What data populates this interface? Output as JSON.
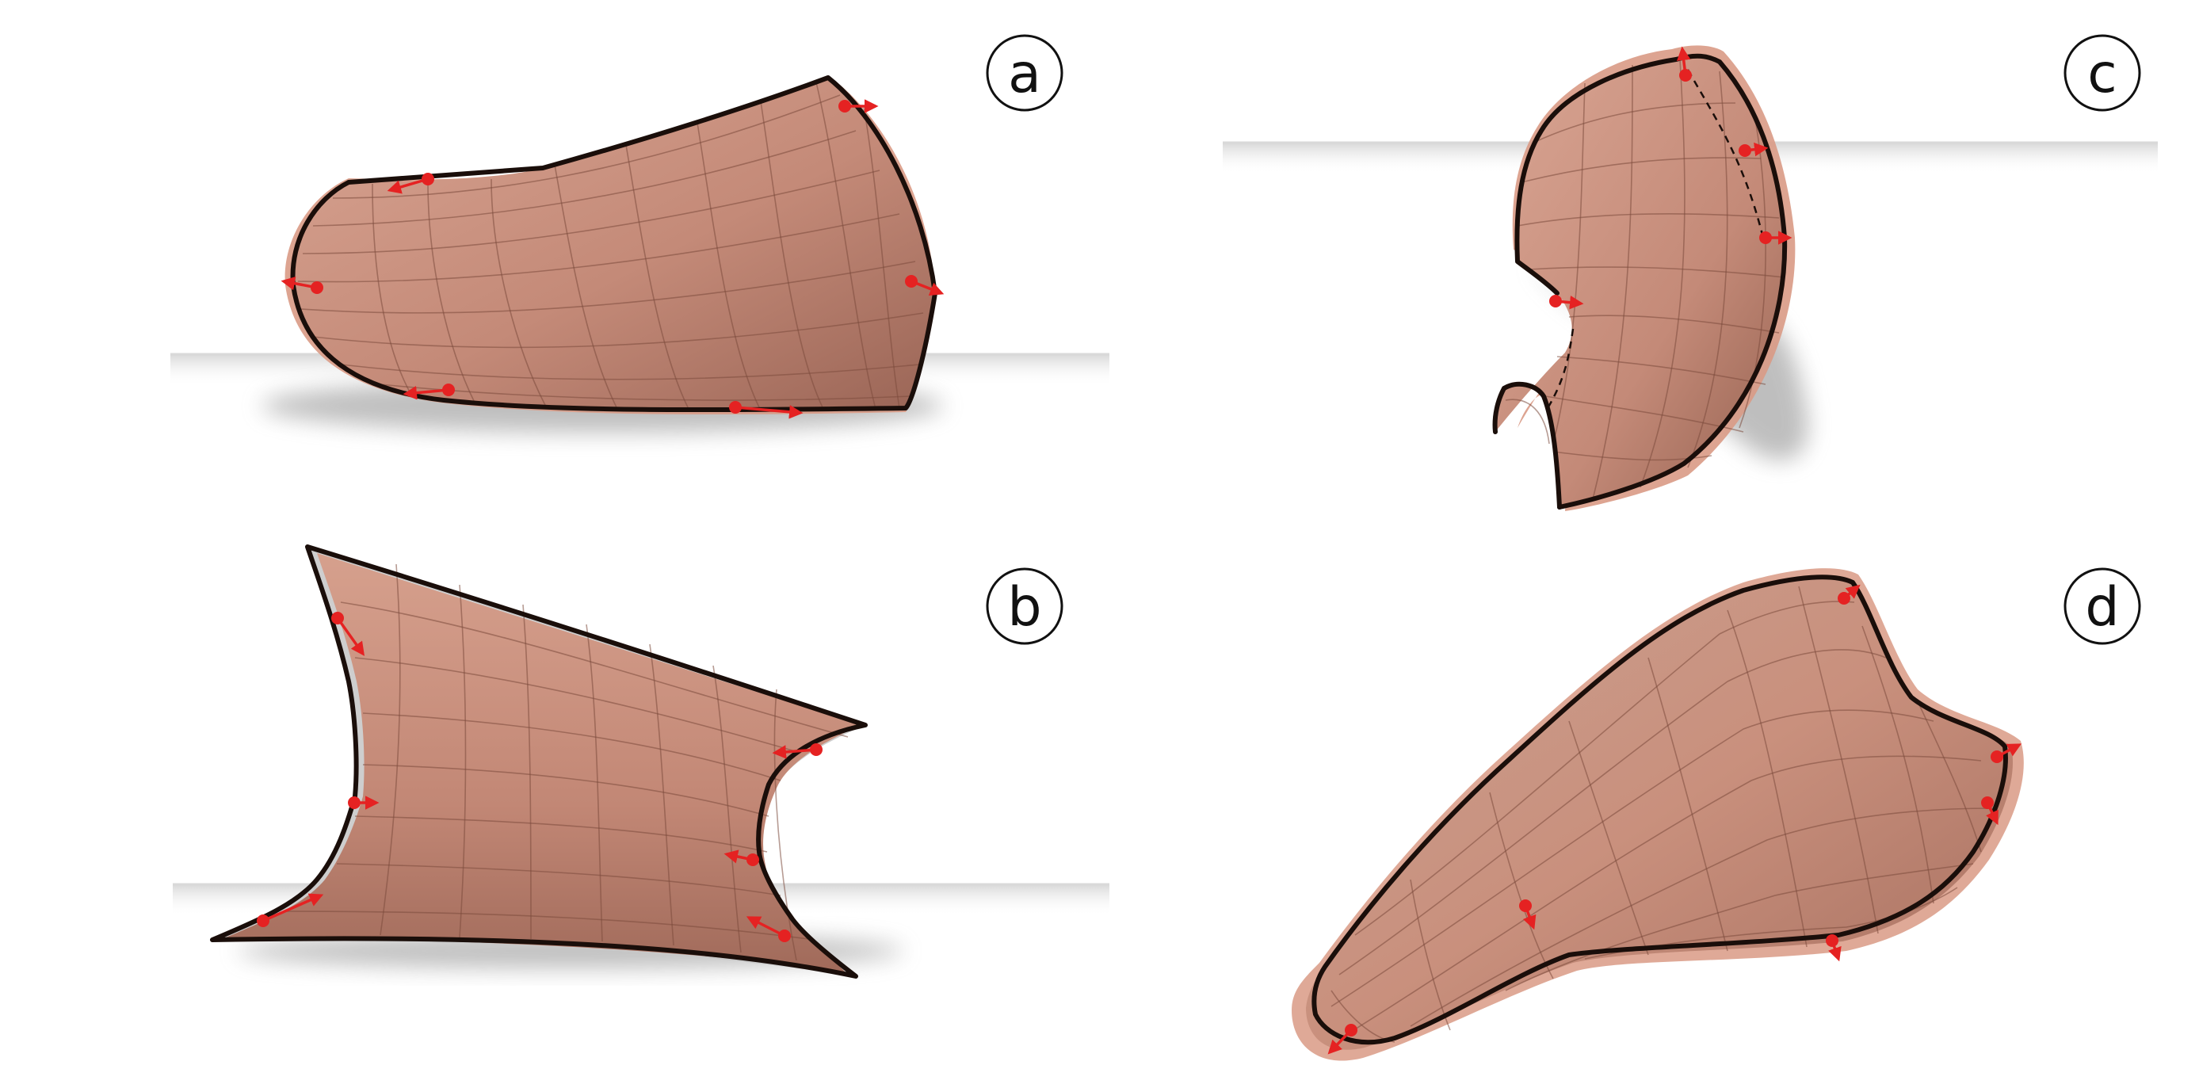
{
  "panels": [
    {
      "id": "a",
      "label": "a"
    },
    {
      "id": "b",
      "label": "b"
    },
    {
      "id": "c",
      "label": "c"
    },
    {
      "id": "d",
      "label": "d"
    }
  ],
  "colors": {
    "surface": "#c48a78",
    "surface_light": "#d8a492",
    "surface_dark": "#9a6556",
    "halo": "#d99a85",
    "boundary": "#1a0e0a",
    "control_point": "#e52222",
    "shadow": "#8a8a8a",
    "ground_line": "#d9d9d9"
  }
}
